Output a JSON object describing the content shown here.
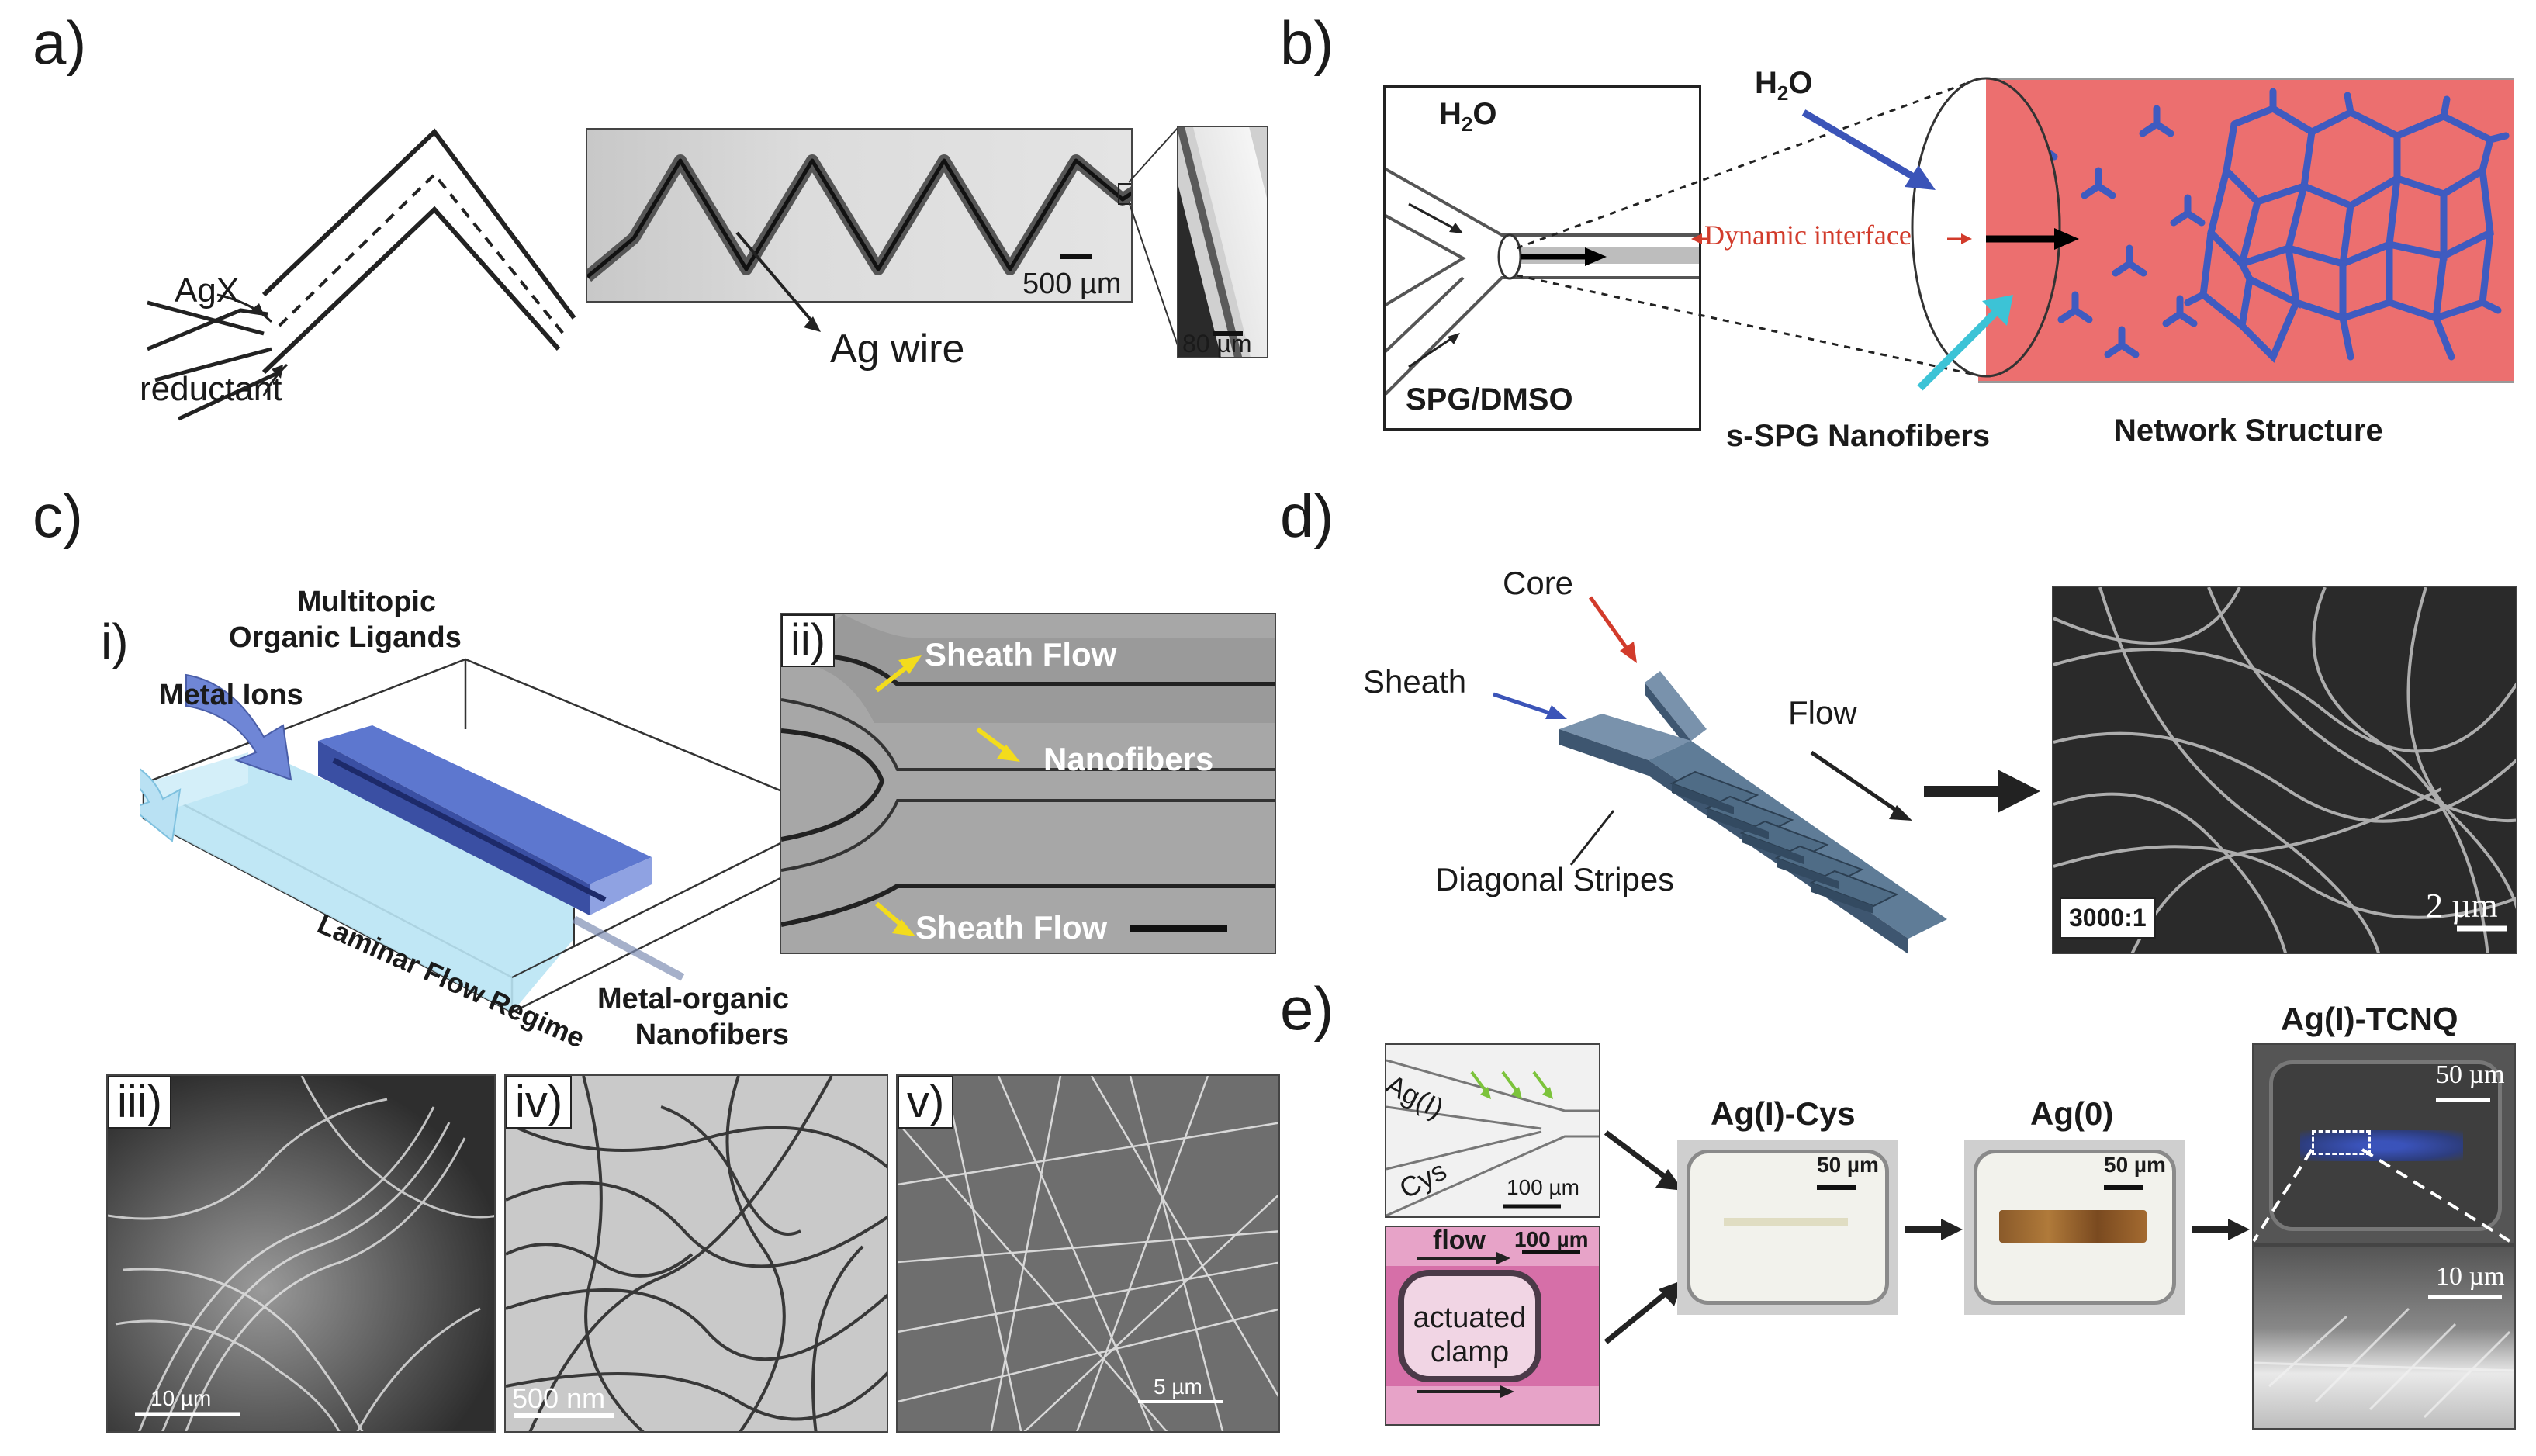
{
  "panels": {
    "a": {
      "letter": "a)",
      "agx": "AgX",
      "reductant": "reductant",
      "ag_wire": "Ag wire",
      "scale1": "500 µm",
      "scale2": "80 µm"
    },
    "b": {
      "letter": "b)",
      "h2o_inner": "H",
      "h2o_inner_sub": "2",
      "h2o_inner_o": "O",
      "h2o_outer": "H",
      "h2o_outer_sub": "2",
      "h2o_outer_o": "O",
      "spg_dmso": "SPG/DMSO",
      "dynamic_interface": "Dynamic interface",
      "nanofibers": "s-SPG Nanofibers",
      "network": "Network Structure"
    },
    "c": {
      "letter": "c)",
      "sub_i": "i)",
      "sub_ii": "ii)",
      "sub_iii": "iii)",
      "sub_iv": "iv)",
      "sub_v": "v)",
      "multitopic_1": "Multitopic",
      "multitopic_2": "Organic Ligands",
      "metal_ions": "Metal Ions",
      "laminar": "Laminar Flow Regime",
      "mof_1": "Metal-organic",
      "mof_2": "Nanofibers",
      "sheath_top": "Sheath Flow",
      "nanofibers": "Nanofibers",
      "sheath_bottom": "Sheath Flow",
      "scale_iii": "10 µm",
      "scale_iv": "500 nm",
      "scale_v": "5 µm"
    },
    "d": {
      "letter": "d)",
      "core": "Core",
      "sheath": "Sheath",
      "flow": "Flow",
      "diagonal": "Diagonal Stripes",
      "mag": "3000:1",
      "scale": "2 µm"
    },
    "e": {
      "letter": "e)",
      "ag1": "Ag(I)",
      "cys": "Cys",
      "scale_100a": "100 µm",
      "flow": "flow",
      "scale_100b": "100 µm",
      "clamp_1": "actuated",
      "clamp_2": "clamp",
      "agcys": "Ag(I)-Cys",
      "scale_50a": "50 µm",
      "ag0": "Ag(0)",
      "scale_50b": "50 µm",
      "tcnq": "Ag(I)-TCNQ",
      "scale_50c": "50 µm",
      "scale_10": "10 µm"
    }
  },
  "colors": {
    "network_bg": "#ec6f6f",
    "branch_blue": "#3f5bc0",
    "arrow_blue": "#3b54b8",
    "arrow_cyan": "#3cc3d6",
    "interface_red": "#d23b2b",
    "arrow_yellow": "#f3dc1c",
    "channel_blue": "#5d77cf",
    "stripe_slate": "#4f6c86",
    "pink_chip": "#d66fa8",
    "green_arrow": "#7cc33b"
  }
}
